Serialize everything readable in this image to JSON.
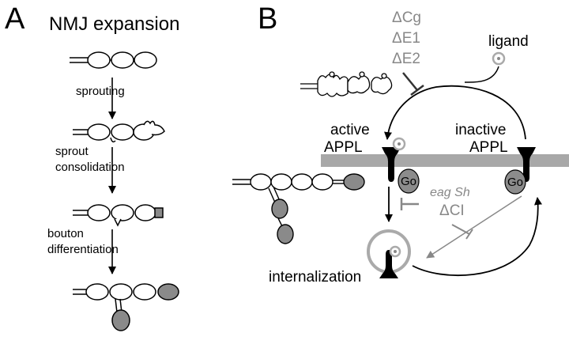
{
  "panel_a": {
    "letter": "A",
    "title": "NMJ expansion",
    "steps": [
      "sprouting",
      "sprout",
      "consolidation",
      "bouton",
      "differentiation"
    ]
  },
  "panel_b": {
    "letter": "B",
    "mutants_top": [
      "ΔCg",
      "ΔE1",
      "ΔE2"
    ],
    "ligand": "ligand",
    "active": [
      "active",
      "APPL"
    ],
    "inactive": [
      "inactive",
      "APPL"
    ],
    "go_label": "Go",
    "eag_sh": "eag Sh",
    "delta_ci": "ΔCI",
    "internalization": "internalization"
  },
  "colors": {
    "membrane": "#a8a8a8",
    "mutant_text": "#888888",
    "bouton_filled": "#8a8a8a",
    "go_fill": "#8c8c8c"
  }
}
